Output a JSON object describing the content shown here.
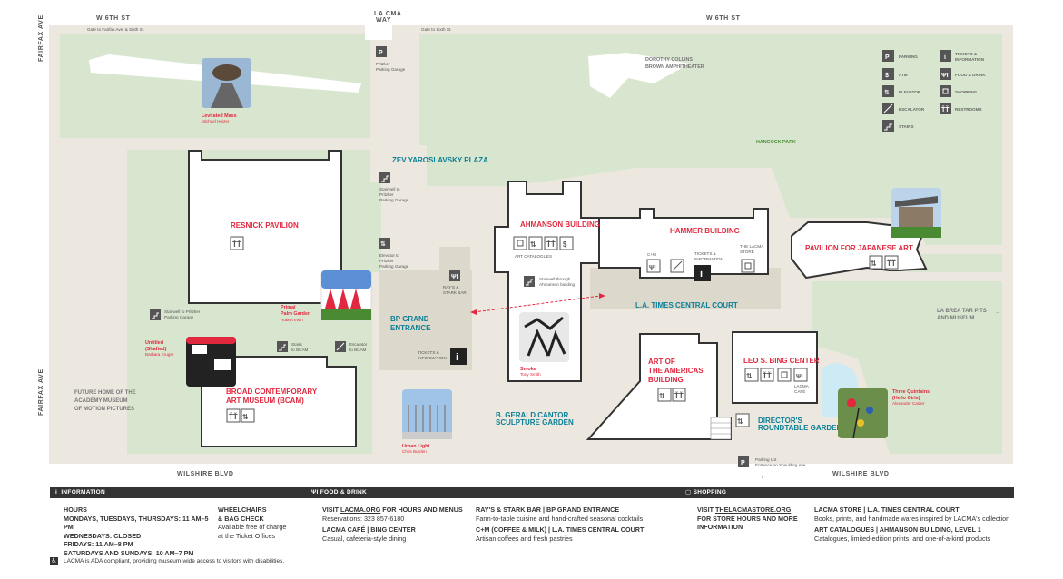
{
  "streets": {
    "w6th_left": "W 6TH ST",
    "w6th_right": "W 6TH ST",
    "lacma_way_1": "LA CMA",
    "lacma_way_2": "WAY",
    "fairfax_top": "FAIRFAX AVE",
    "fairfax_bottom": "FAIRFAX AVE",
    "wilshire_left": "WILSHIRE BLVD",
    "wilshire_right": "WILSHIRE BLVD",
    "gate_fairfax": "Gate to Fairfax Ave. & Sixth St.",
    "gate_sixth": "Gate to Sixth St."
  },
  "places": {
    "pritzker_1": "Pritzker",
    "pritzker_2": "Parking Garage",
    "amph_1": "DOROTHY COLLINS",
    "amph_2": "BROWN AMPHITHEATER",
    "hancock": "HANCOCK PARK",
    "zev": "ZEV YAROSLAVSKY PLAZA",
    "la_times": "L.A. TIMES CENTRAL COURT",
    "bp_1": "BP GRAND",
    "bp_2": "ENTRANCE",
    "cantor_1": "B. GERALD CANTOR",
    "cantor_2": "SCULPTURE GARDEN",
    "directors_1": "DIRECTOR'S",
    "directors_2": "ROUNDTABLE GARDEN",
    "future_1": "FUTURE HOME OF THE",
    "future_2": "ACADEMY MUSEUM",
    "future_3": "OF MOTION PICTURES",
    "la_brea_1": "LA BREA TAR PITS",
    "la_brea_2": "AND MUSEUM",
    "parking_lot_1": "Parking Lot",
    "parking_lot_2": "Entrance on Spaulding Ave."
  },
  "buildings": {
    "resnick": "RESNICK PAVILION",
    "ahmanson": "AHMANSON BUILDING",
    "hammer": "HAMMER BUILDING",
    "japanese": "PAVILION FOR JAPANESE ART",
    "bcam_1": "BROAD CONTEMPORARY",
    "bcam_2": "ART MUSEUM (BCAM)",
    "americas_1": "ART OF",
    "americas_2": "THE AMERICAS",
    "americas_3": "BUILDING",
    "bing": "LEO S. BING CENTER"
  },
  "notes": {
    "stair_pritzker_1": "Stairwell to",
    "stair_pritzker_2": "Pritzker",
    "stair_pritzker_3": "Parking Garage",
    "elev_pritzker_1": "Elevator to",
    "elev_pritzker_2": "Pritzker",
    "elev_pritzker_3": "Parking Garage",
    "stair_left_1": "Stairwell to Pritzker",
    "stair_left_2": "Parking Garage",
    "stairs_bcam_1": "Stairs",
    "stairs_bcam_2": "to BCAM",
    "esc_bcam_1": "Escalator",
    "esc_bcam_2": "to BCAM",
    "rays_1": "RAY'S &",
    "rays_2": "STARK BAR",
    "art_cat": "ART CATALOGUES",
    "stair_ahm_1": "Stairwell through",
    "stair_ahm_2": "Ahmanson building",
    "cm": "C+M",
    "tickets_1": "TICKETS &",
    "tickets_2": "INFORMATION",
    "store_1": "THE LACMA",
    "store_2": "STORE",
    "bp_tickets_1": "TICKETS &",
    "bp_tickets_2": "INFORMATION",
    "lacma_cafe_1": "LACMA",
    "lacma_cafe_2": "CAFÉ"
  },
  "artworks": {
    "levitated_1": "Levitated Mass",
    "levitated_2": "Michael Heizer",
    "palm_1": "Primal",
    "palm_2": "Palm Garden",
    "palm_3": "Robert Irwin",
    "untitled_1": "Untitled",
    "untitled_2": "(Shafted)",
    "untitled_3": "Barbara Kruger",
    "smoke_1": "Smoke",
    "smoke_2": "Tony Smith",
    "urban_1": "Urban Light",
    "urban_2": "Chris Burden",
    "three_1": "Three Quintains",
    "three_2": "(Hello Girls)",
    "three_3": "Alexander Calder"
  },
  "legend": {
    "parking": "PARKING",
    "tickets_1": "TICKETS &",
    "tickets_2": "INFORMATION",
    "atm": "ATM",
    "food": "FOOD & DRINK",
    "elevator": "ELEVATOR",
    "shopping": "SHOPPING",
    "escalator": "ESCALATOR",
    "restrooms": "RESTROOMS",
    "stairs": "STAIRS"
  },
  "info_bar": {
    "information": "INFORMATION",
    "food": "FOOD & DRINK",
    "shopping": "SHOPPING"
  },
  "info": {
    "hours_title": "HOURS",
    "hours_1": "MONDAYS, TUESDAYS, THURSDAYS: 11 AM–5 PM",
    "hours_2": "WEDNESDAYS: CLOSED",
    "hours_3": "FRIDAYS: 11 AM–8 PM",
    "hours_4": "SATURDAYS AND SUNDAYS: 10 AM–7 PM",
    "wheel_1": "WHEELCHAIRS",
    "wheel_2": "& BAG CHECK",
    "wheel_3": "Available free of charge",
    "wheel_4": "at the Ticket Offices"
  },
  "food": {
    "visit_pre": "VISIT ",
    "visit_link": "LACMA.ORG",
    "visit_post": " FOR HOURS AND MENUS",
    "reservations": "Reservations: 323 857-6180",
    "cafe_title": "LACMA CAFÉ | BING CENTER",
    "cafe_desc": "Casual, cafeteria-style dining",
    "rays_title": "RAY'S & STARK BAR | BP GRAND ENTRANCE",
    "rays_desc": "Farm-to-table cuisine and hand-crafted seasonal cocktails",
    "cm_title": "C+M (COFFEE & MILK) | L.A. TIMES CENTRAL COURT",
    "cm_desc": "Artisan coffees and fresh pastries"
  },
  "shop": {
    "visit_pre": "VISIT ",
    "visit_link": "THELACMASTORE.ORG",
    "visit_2": "FOR STORE HOURS AND MORE",
    "visit_3": "INFORMATION",
    "store_title": "LACMA STORE | L.A. TIMES CENTRAL COURT",
    "store_desc": "Books, prints, and handmade wares inspired by LACMA's collection",
    "cat_title": "ART CATALOGUES | AHMANSON BUILDING, LEVEL 1",
    "cat_desc": "Catalogues, limited-edition prints, and one-of-a-kind products"
  },
  "ada": "LACMA is ADA compliant, providing museum-wide access to visitors with disabilities.",
  "icons": [
    "parking-icon",
    "info-icon",
    "atm-icon",
    "food-drink-icon",
    "elevator-icon",
    "shopping-icon",
    "escalator-icon",
    "restroom-icon",
    "stairs-icon"
  ],
  "colors": {
    "building_name": "#e2283f",
    "plaza_label": "#0b7f96",
    "park_green": "#d9e6cf",
    "plaza_beige": "#ece8df",
    "dark": "#333333"
  }
}
